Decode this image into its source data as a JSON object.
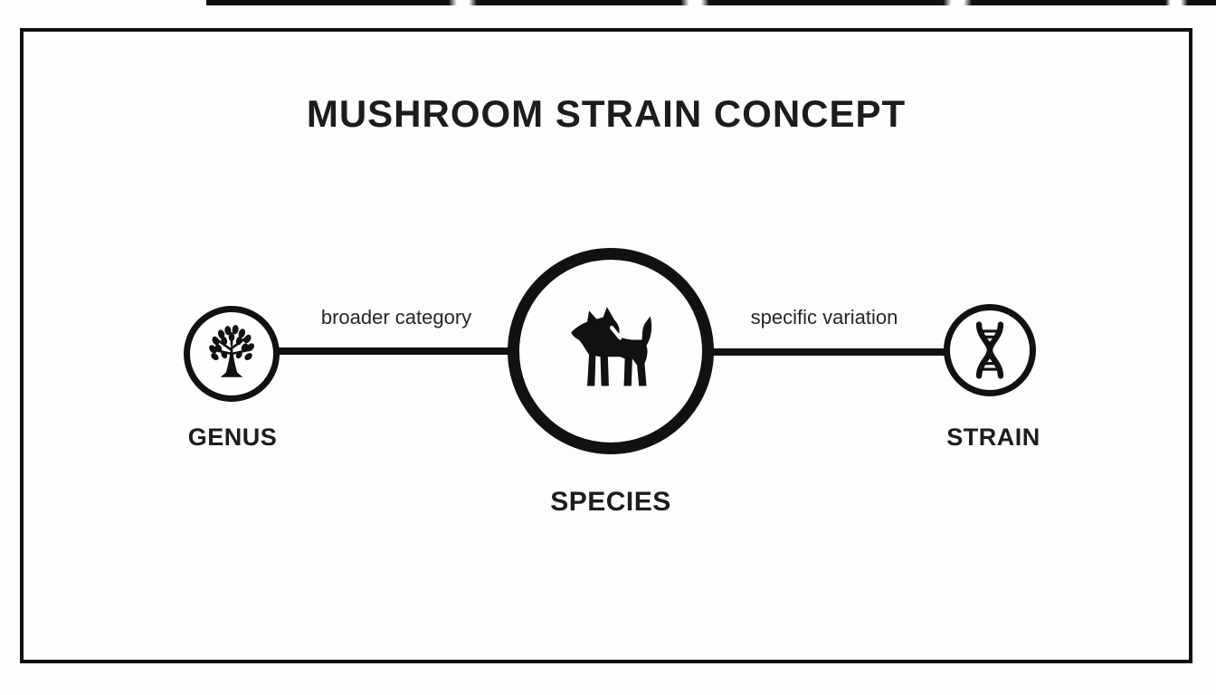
{
  "title": "MUSHROOM STRAIN CONCEPT",
  "diagram": {
    "nodes": [
      {
        "id": "genus",
        "label": "GENUS",
        "icon": "tree-icon"
      },
      {
        "id": "species",
        "label": "SPECIES",
        "icon": "dog-icon"
      },
      {
        "id": "strain",
        "label": "STRAIN",
        "icon": "dna-icon"
      }
    ],
    "connections": [
      {
        "from": "genus",
        "to": "species",
        "label": "broader category"
      },
      {
        "from": "species",
        "to": "strain",
        "label": "specific variation"
      }
    ]
  },
  "colors": {
    "ink": "#111111",
    "text": "#1c1c1c",
    "background": "#fdfdfd"
  }
}
